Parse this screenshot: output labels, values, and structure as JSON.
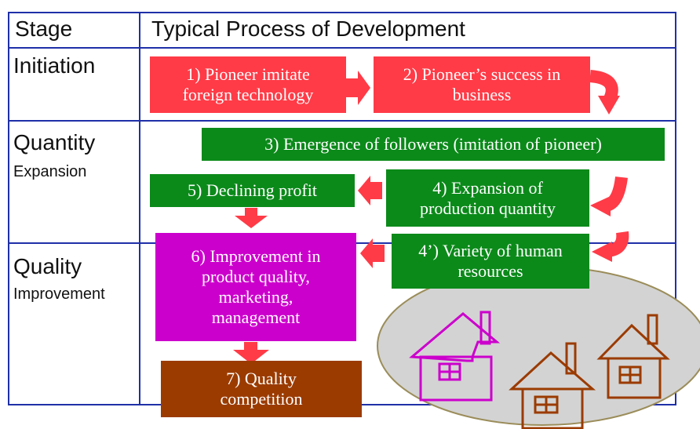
{
  "header": {
    "stage": "Stage",
    "process": "Typical Process of Development"
  },
  "stages": {
    "initiation": "Initiation",
    "quantity_1": "Quantity",
    "quantity_2": "Expansion",
    "quality_1": "Quality",
    "quality_2": "Improvement"
  },
  "steps": {
    "s1": "1) Pioneer imitate foreign technology",
    "s2": "2) Pioneer’s success in business",
    "s3": "3) Emergence of followers (imitation of pioneer)",
    "s4": "4) Expansion of production quantity",
    "s5": "5) Declining profit",
    "s4p": "4’) Variety of human resources",
    "s6": "6) Improvement in product quality, marketing, management",
    "s7": "7) Quality competition"
  },
  "icons": [
    "arrow-icon",
    "house-icon"
  ],
  "colors": {
    "border": "#1f2fa8",
    "red": "#ff3b47",
    "green": "#0b8a1a",
    "magenta": "#cc00cc",
    "brown": "#9b3b00"
  }
}
